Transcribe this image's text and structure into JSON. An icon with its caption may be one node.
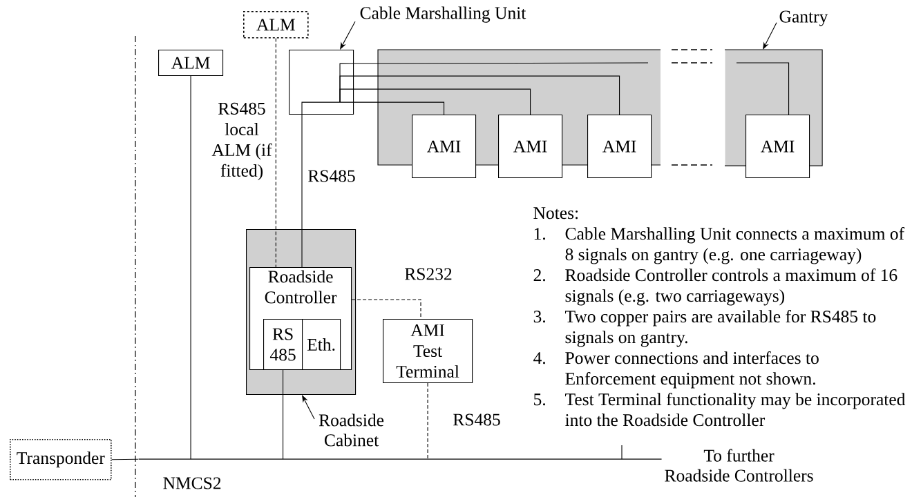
{
  "diagram": {
    "nodes": [
      {
        "text": [
          "Transponder"
        ]
      },
      {
        "text": [
          "ALM"
        ]
      },
      {
        "text": [
          "ALM"
        ]
      },
      {
        "text": [
          "Cable Marshalling Unit"
        ]
      },
      {
        "text": [],
        "shape": "box"
      },
      {
        "text": [
          "Gantry"
        ]
      },
      {
        "text": [
          "AMI"
        ]
      },
      {
        "text": [
          "AMI"
        ]
      },
      {
        "text": [
          "AMI"
        ]
      },
      {
        "text": [
          "AMI"
        ]
      },
      {
        "text": [],
        "shape": "box"
      },
      {
        "text": [
          "Roadside Controller"
        ],
        "in": 10
      },
      {
        "text": [
          "RS 485"
        ],
        "in": 11
      },
      {
        "text": [
          "Eth."
        ],
        "in": 11
      },
      {
        "text": [
          "AMI Test Terminal"
        ]
      },
      {
        "text": [
          "Roadside Cabinet"
        ]
      },
      {
        "text": [],
        "shape": "bar",
        "beside": [
          "To further Roadside Controllers"
        ]
      },
      {
        "text": [],
        "shape": "box"
      }
    ],
    "edges": [
      {
        "from": 3,
        "to": 4,
        "arrow": "to"
      },
      {
        "from": 5,
        "to": 17,
        "arrow": "to"
      },
      {
        "from": 15,
        "to": 10,
        "arrow": "to"
      },
      {
        "from": 2,
        "to": 11,
        "arrow": "none",
        "style": "dashed",
        "label": "RS485 local ALM (if fitted)"
      },
      {
        "from": 11,
        "to": 4,
        "arrow": "none",
        "label": "RS485"
      },
      {
        "from": 4,
        "to": 6,
        "arrow": "none"
      },
      {
        "from": 4,
        "to": 7,
        "arrow": "none"
      },
      {
        "from": 4,
        "to": 8,
        "arrow": "none"
      },
      {
        "from": 4,
        "to": null,
        "arrow": "none"
      },
      {
        "from": 17,
        "to": 9,
        "arrow": "none"
      },
      {
        "from": 11,
        "to": 14,
        "arrow": "none",
        "style": "dashed",
        "label": "RS232"
      },
      {
        "from": 14,
        "to": 16,
        "arrow": "none",
        "style": "dashed",
        "label": "RS485"
      },
      {
        "from": 1,
        "to": 16,
        "arrow": "none"
      },
      {
        "from": 12,
        "to": 16,
        "arrow": "none"
      },
      {
        "from": 0,
        "to": 16,
        "arrow": "none"
      },
      {
        "from": null,
        "to": 16,
        "arrow": "none"
      }
    ],
    "labels": [
      "NMCS2",
      "Notes:",
      "1.",
      "Cable Marshalling Unit connects a maximum of 8 signals on gantry (e.g. one carriageway)",
      "2.",
      "Roadside Controller controls a maximum of 16 signals (e.g. two carriageways)",
      "3.",
      "Two copper pairs are available for RS485 to signals on gantry.",
      "4.",
      "Power connections and interfaces to Enforcement equipment not shown.",
      "5.",
      "Test Terminal functionality may be incorporated into the Roadside Controller"
    ]
  }
}
